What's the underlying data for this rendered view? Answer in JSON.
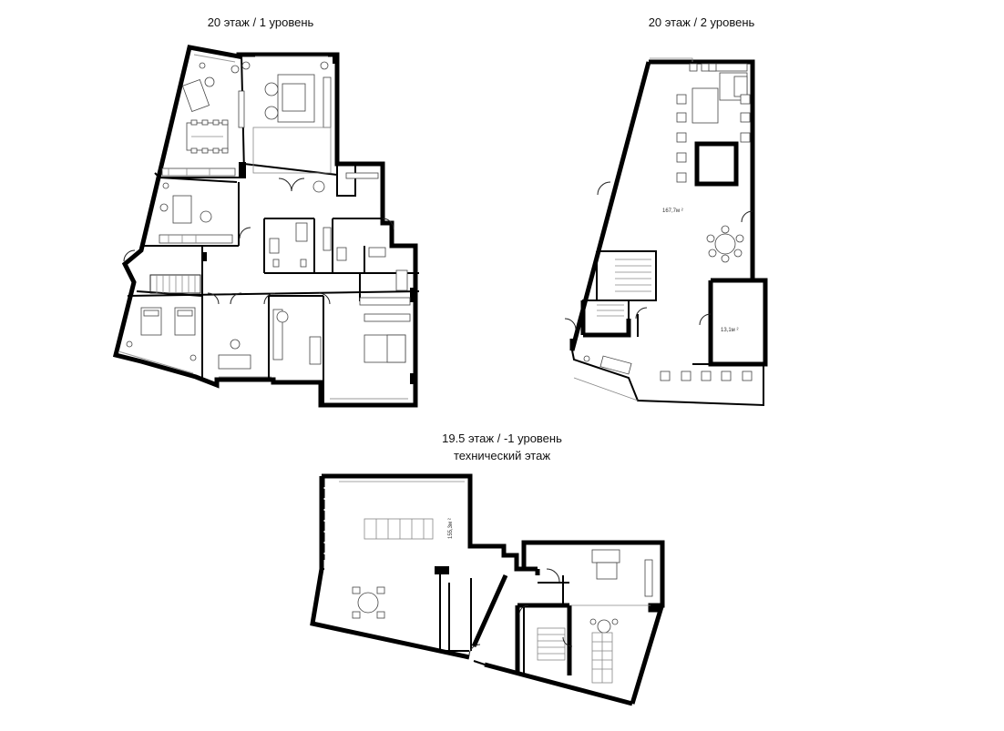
{
  "plans": [
    {
      "title": "20 этаж / 1 уровень"
    },
    {
      "title": "20 этаж / 2 уровень",
      "areas": [
        "167,7м ²",
        "13,1м ²"
      ]
    },
    {
      "title_line1": "19.5 этаж / -1 уровень",
      "title_line2": "технический этаж",
      "areas": [
        "155,3м ²"
      ]
    }
  ]
}
